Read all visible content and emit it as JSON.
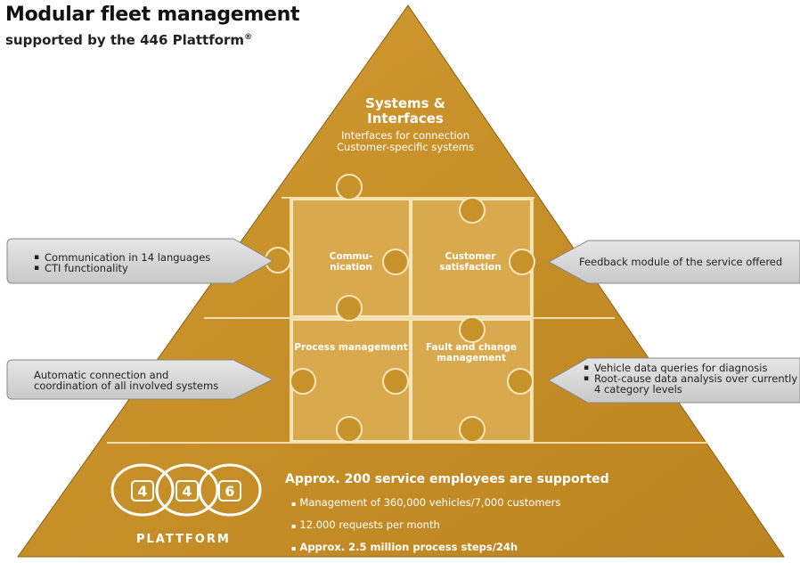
{
  "header": {
    "title": "Modular fleet management",
    "subtitle": "supported by the 446 Plattform",
    "registered_mark": "®"
  },
  "pyramid": {
    "color_main": "#C8922A",
    "color_light": "#D6A447",
    "color_dark": "#A8761C",
    "top": {
      "heading_line1": "Systems &",
      "heading_line2": "Interfaces",
      "sub_line1": "Interfaces for connection",
      "sub_line2": "Customer-specific systems"
    },
    "pieces": {
      "communication_line1": "Commu-",
      "communication_line2": "nication",
      "customer_line1": "Customer",
      "customer_line2": "satisfaction",
      "process": "Process management",
      "fault_line1": "Fault and change",
      "fault_line2": "management"
    },
    "base": {
      "heading": "Approx. 200 service employees are supported",
      "items": [
        "Management of 360,000 vehicles/7,000 customers",
        "12.000 requests per month",
        "Approx. 2.5 million process steps/24h"
      ],
      "logo_digits": [
        "4",
        "4",
        "6"
      ],
      "logo_word": "PLATTFORM"
    }
  },
  "callouts": {
    "left_top": [
      "Communication in 14 languages",
      "CTI functionality"
    ],
    "left_bottom_line1": "Automatic connection and",
    "left_bottom_line2": "coordination of all involved systems",
    "right_top": "Feedback module of the service offered",
    "right_bottom": [
      "Vehicle data queries for diagnosis",
      "Root-cause data analysis over currently",
      "4 category levels"
    ]
  }
}
